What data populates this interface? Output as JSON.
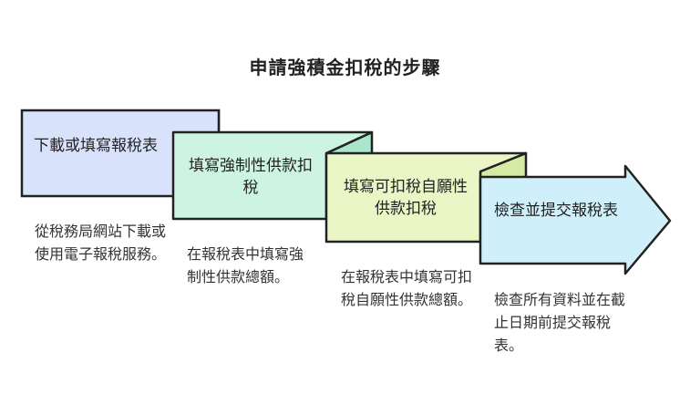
{
  "title": "申請強積金扣稅的步驟",
  "steps": [
    {
      "label": "下載或填寫報稅表",
      "description": "從稅務局網站下載或使用電子報稅服務。",
      "color": "#d8e2fb"
    },
    {
      "label": "填寫強制性供款扣稅",
      "description": "在報稅表中填寫強制性供款總額。",
      "color": "#cdf4e3"
    },
    {
      "label": "填寫可扣稅自願性供款扣稅",
      "description": "在報稅表中填寫可扣稅自願性供款總額。",
      "color": "#eaf6c6"
    },
    {
      "label": "檢查並提交報稅表",
      "description": "檢查所有資料並在截止日期前提交報稅表。",
      "color": "#cff0fa"
    }
  ]
}
